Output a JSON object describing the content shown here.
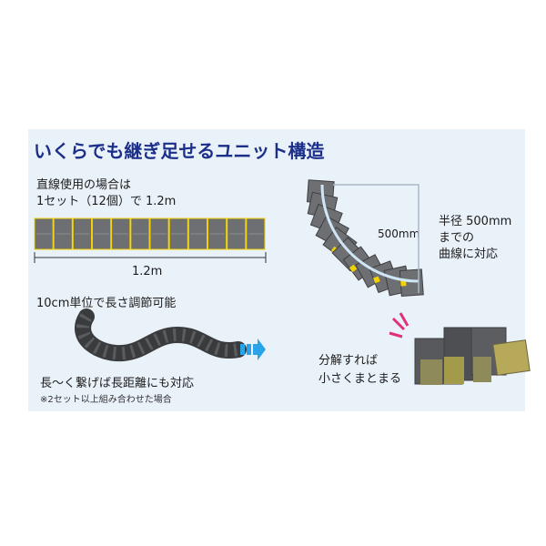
{
  "title": "いくらでも継ぎ足せるユニット構造",
  "straight": {
    "line1": "直線使用の場合は",
    "line2": "1セット（12個）で 1.2m",
    "dimension": "1.2m"
  },
  "adjust": {
    "heading": "10cm単位で長さ調節可能",
    "caption": "長〜く繋げば長距離にも対応",
    "note": "※2セット以上組み合わせた場合"
  },
  "curve": {
    "radius_label": "500mm",
    "line1": "半径 500mm",
    "line2": "までの",
    "line3": "曲線に対応"
  },
  "disassemble": {
    "line1": "分解すれば",
    "line2": "小さくまとまる"
  },
  "colors": {
    "title": "#1b2f8a",
    "panel": "#e9f1f9",
    "unit_gray": "#6d6f72",
    "accent_yellow": "#f2d200",
    "arrow_blue": "#2aa3e8",
    "burst_pink": "#e0307a"
  }
}
